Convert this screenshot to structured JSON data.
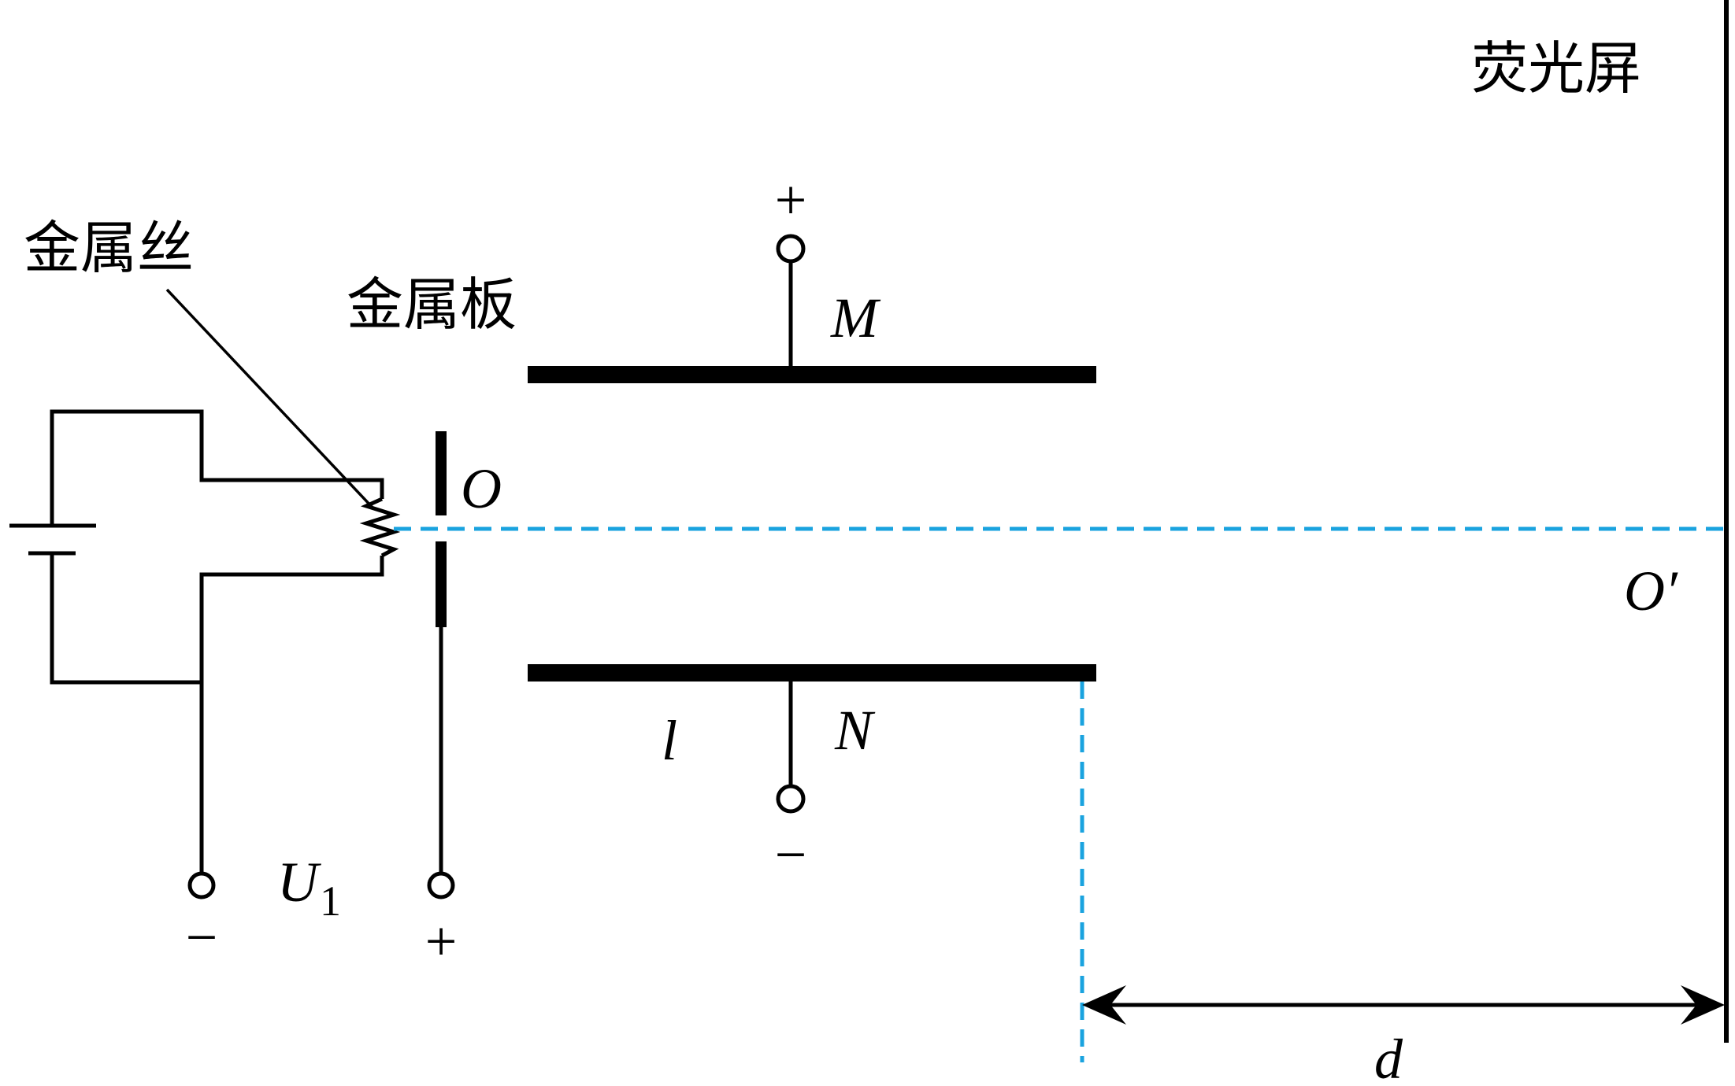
{
  "labels": {
    "screen": "荧光屏",
    "wire": "金属丝",
    "metal_plate": "金属板",
    "plate_m": "M",
    "plate_n": "N",
    "origin": "O",
    "origin_prime": "O′",
    "length": "l",
    "distance": "d",
    "voltage": "U",
    "voltage_sub": "1",
    "plus": "+",
    "minus": "−"
  },
  "colors": {
    "line": "#000000",
    "beam": "#1aa3df"
  }
}
